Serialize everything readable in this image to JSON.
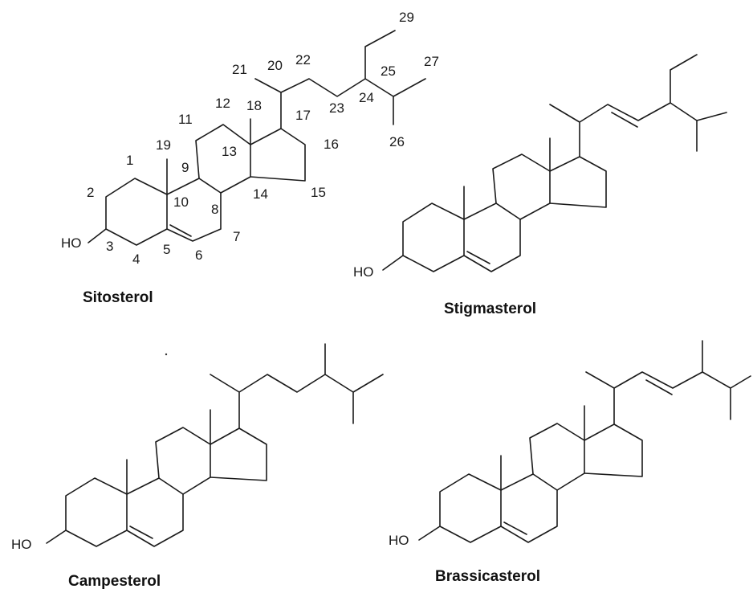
{
  "molecules": [
    {
      "name": "Sitosterol",
      "hydroxyl_label": "HO"
    },
    {
      "name": "Stigmasterol",
      "hydroxyl_label": "HO"
    },
    {
      "name": "Campesterol",
      "hydroxyl_label": "HO"
    },
    {
      "name": "Brassicasterol",
      "hydroxyl_label": "HO"
    }
  ],
  "atom_numbers": [
    "1",
    "2",
    "3",
    "4",
    "5",
    "6",
    "7",
    "8",
    "9",
    "10",
    "11",
    "12",
    "13",
    "14",
    "15",
    "16",
    "17",
    "18",
    "19",
    "20",
    "21",
    "22",
    "23",
    "24",
    "25",
    "26",
    "27",
    "29"
  ]
}
